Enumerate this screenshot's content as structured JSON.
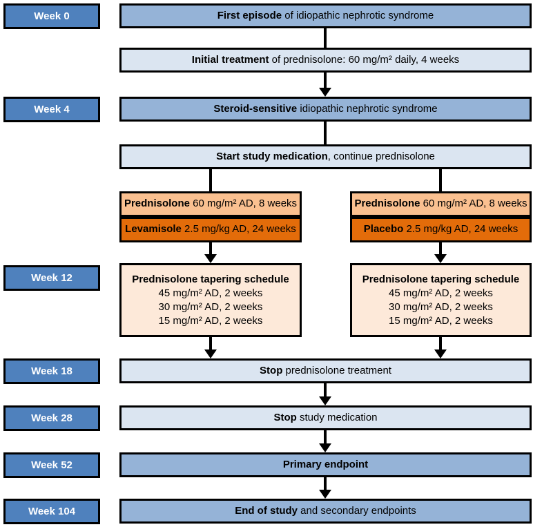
{
  "palette": {
    "week-blue": "#4f81bd",
    "mid-blue": "#95b3d7",
    "light-blue": "#dbe5f1",
    "light-orange": "#fac090",
    "dark-orange": "#e36c0a",
    "cream": "#fde9d9",
    "border": "#000000"
  },
  "weeks": [
    {
      "label": "Week 0"
    },
    {
      "label": "Week 4"
    },
    {
      "label": "Week 12"
    },
    {
      "label": "Week 18"
    },
    {
      "label": "Week 28"
    },
    {
      "label": "Week 52"
    },
    {
      "label": "Week 104"
    }
  ],
  "flow": {
    "first_episode": {
      "bold": "First episode",
      "rest": " of idiopathic nephrotic syndrome"
    },
    "initial_treatment": {
      "bold": "Initial treatment",
      "rest": " of prednisolone: 60 mg/m² daily, 4 weeks"
    },
    "steroid_sensitive": {
      "bold": "Steroid-sensitive",
      "rest": " idiopathic nephrotic syndrome"
    },
    "start_study": {
      "bold": "Start study medication",
      "rest": ", continue prednisolone"
    },
    "left_arm": {
      "prednisolone": {
        "bold": "Prednisolone",
        "rest": " 60 mg/m² AD, 8 weeks"
      },
      "study_drug": {
        "bold": "Levamisole",
        "rest": " 2.5 mg/kg AD, 24 weeks"
      },
      "tapering": {
        "title": "Prednisolone tapering schedule",
        "lines": [
          "45 mg/m² AD, 2 weeks",
          "30 mg/m² AD, 2 weeks",
          "15 mg/m² AD, 2 weeks"
        ]
      }
    },
    "right_arm": {
      "prednisolone": {
        "bold": "Prednisolone",
        "rest": " 60 mg/m² AD, 8 weeks"
      },
      "study_drug": {
        "bold": "Placebo",
        "rest": " 2.5 mg/kg AD, 24 weeks"
      },
      "tapering": {
        "title": "Prednisolone tapering schedule",
        "lines": [
          "45 mg/m² AD, 2 weeks",
          "30 mg/m² AD, 2 weeks",
          "15 mg/m² AD, 2 weeks"
        ]
      }
    },
    "stop_prednisolone": {
      "bold": "Stop",
      "rest": " prednisolone treatment"
    },
    "stop_study": {
      "bold": "Stop",
      "rest": " study medication"
    },
    "primary_endpoint": {
      "bold": "Primary endpoint",
      "rest": ""
    },
    "end_of_study": {
      "bold": "End of study",
      "rest": " and secondary endpoints"
    }
  }
}
